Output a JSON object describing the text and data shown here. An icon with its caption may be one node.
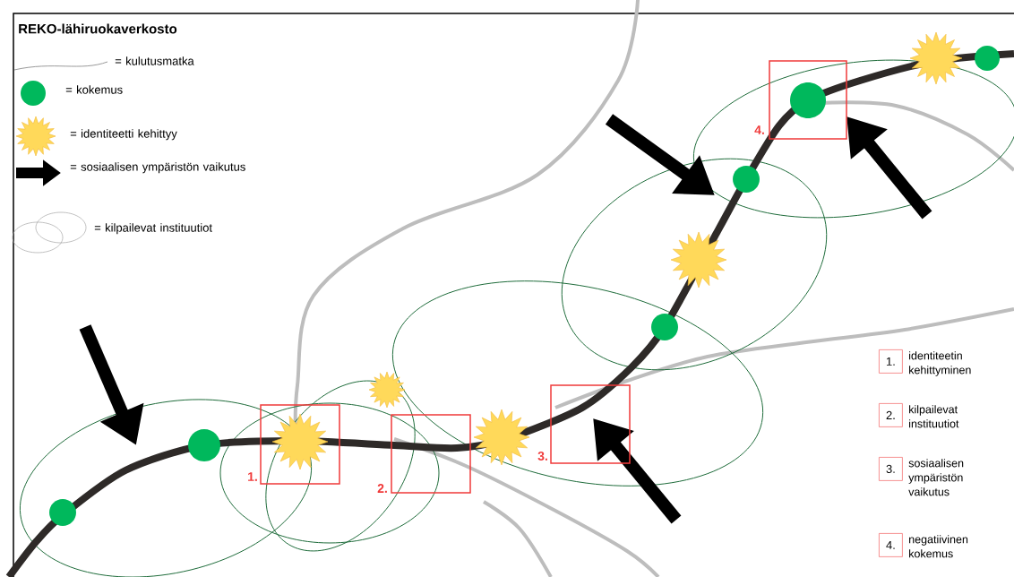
{
  "diagram": {
    "title": "REKO-lähiruokaverkosto",
    "nodes": [
      {
        "text": [],
        "shape": "box",
        "beside": [
          "1."
        ]
      },
      {
        "text": [],
        "shape": "box",
        "beside": [
          "2."
        ]
      },
      {
        "text": [],
        "shape": "box",
        "beside": [
          "3."
        ]
      },
      {
        "text": [],
        "shape": "box",
        "beside": [
          "4."
        ]
      },
      {
        "text": [
          "1."
        ],
        "beside": [
          "identiteetin kehittyminen"
        ]
      },
      {
        "text": [
          "2."
        ],
        "beside": [
          "kilpailevat instituutiot"
        ]
      },
      {
        "text": [
          "3."
        ],
        "beside": [
          "sosiaalisen ympäristön vaikutus"
        ]
      },
      {
        "text": [
          "4."
        ],
        "beside": [
          "negatiivinen kokemus"
        ]
      }
    ],
    "legend": [
      {
        "text": "= kulutusmatka"
      },
      {
        "text": "= kokemus"
      },
      {
        "text": "= identiteetti kehittyy"
      },
      {
        "text": "= sosiaalisen ympäristön vaikutus"
      },
      {
        "text": "= kilpailevat instituutiot"
      }
    ]
  }
}
